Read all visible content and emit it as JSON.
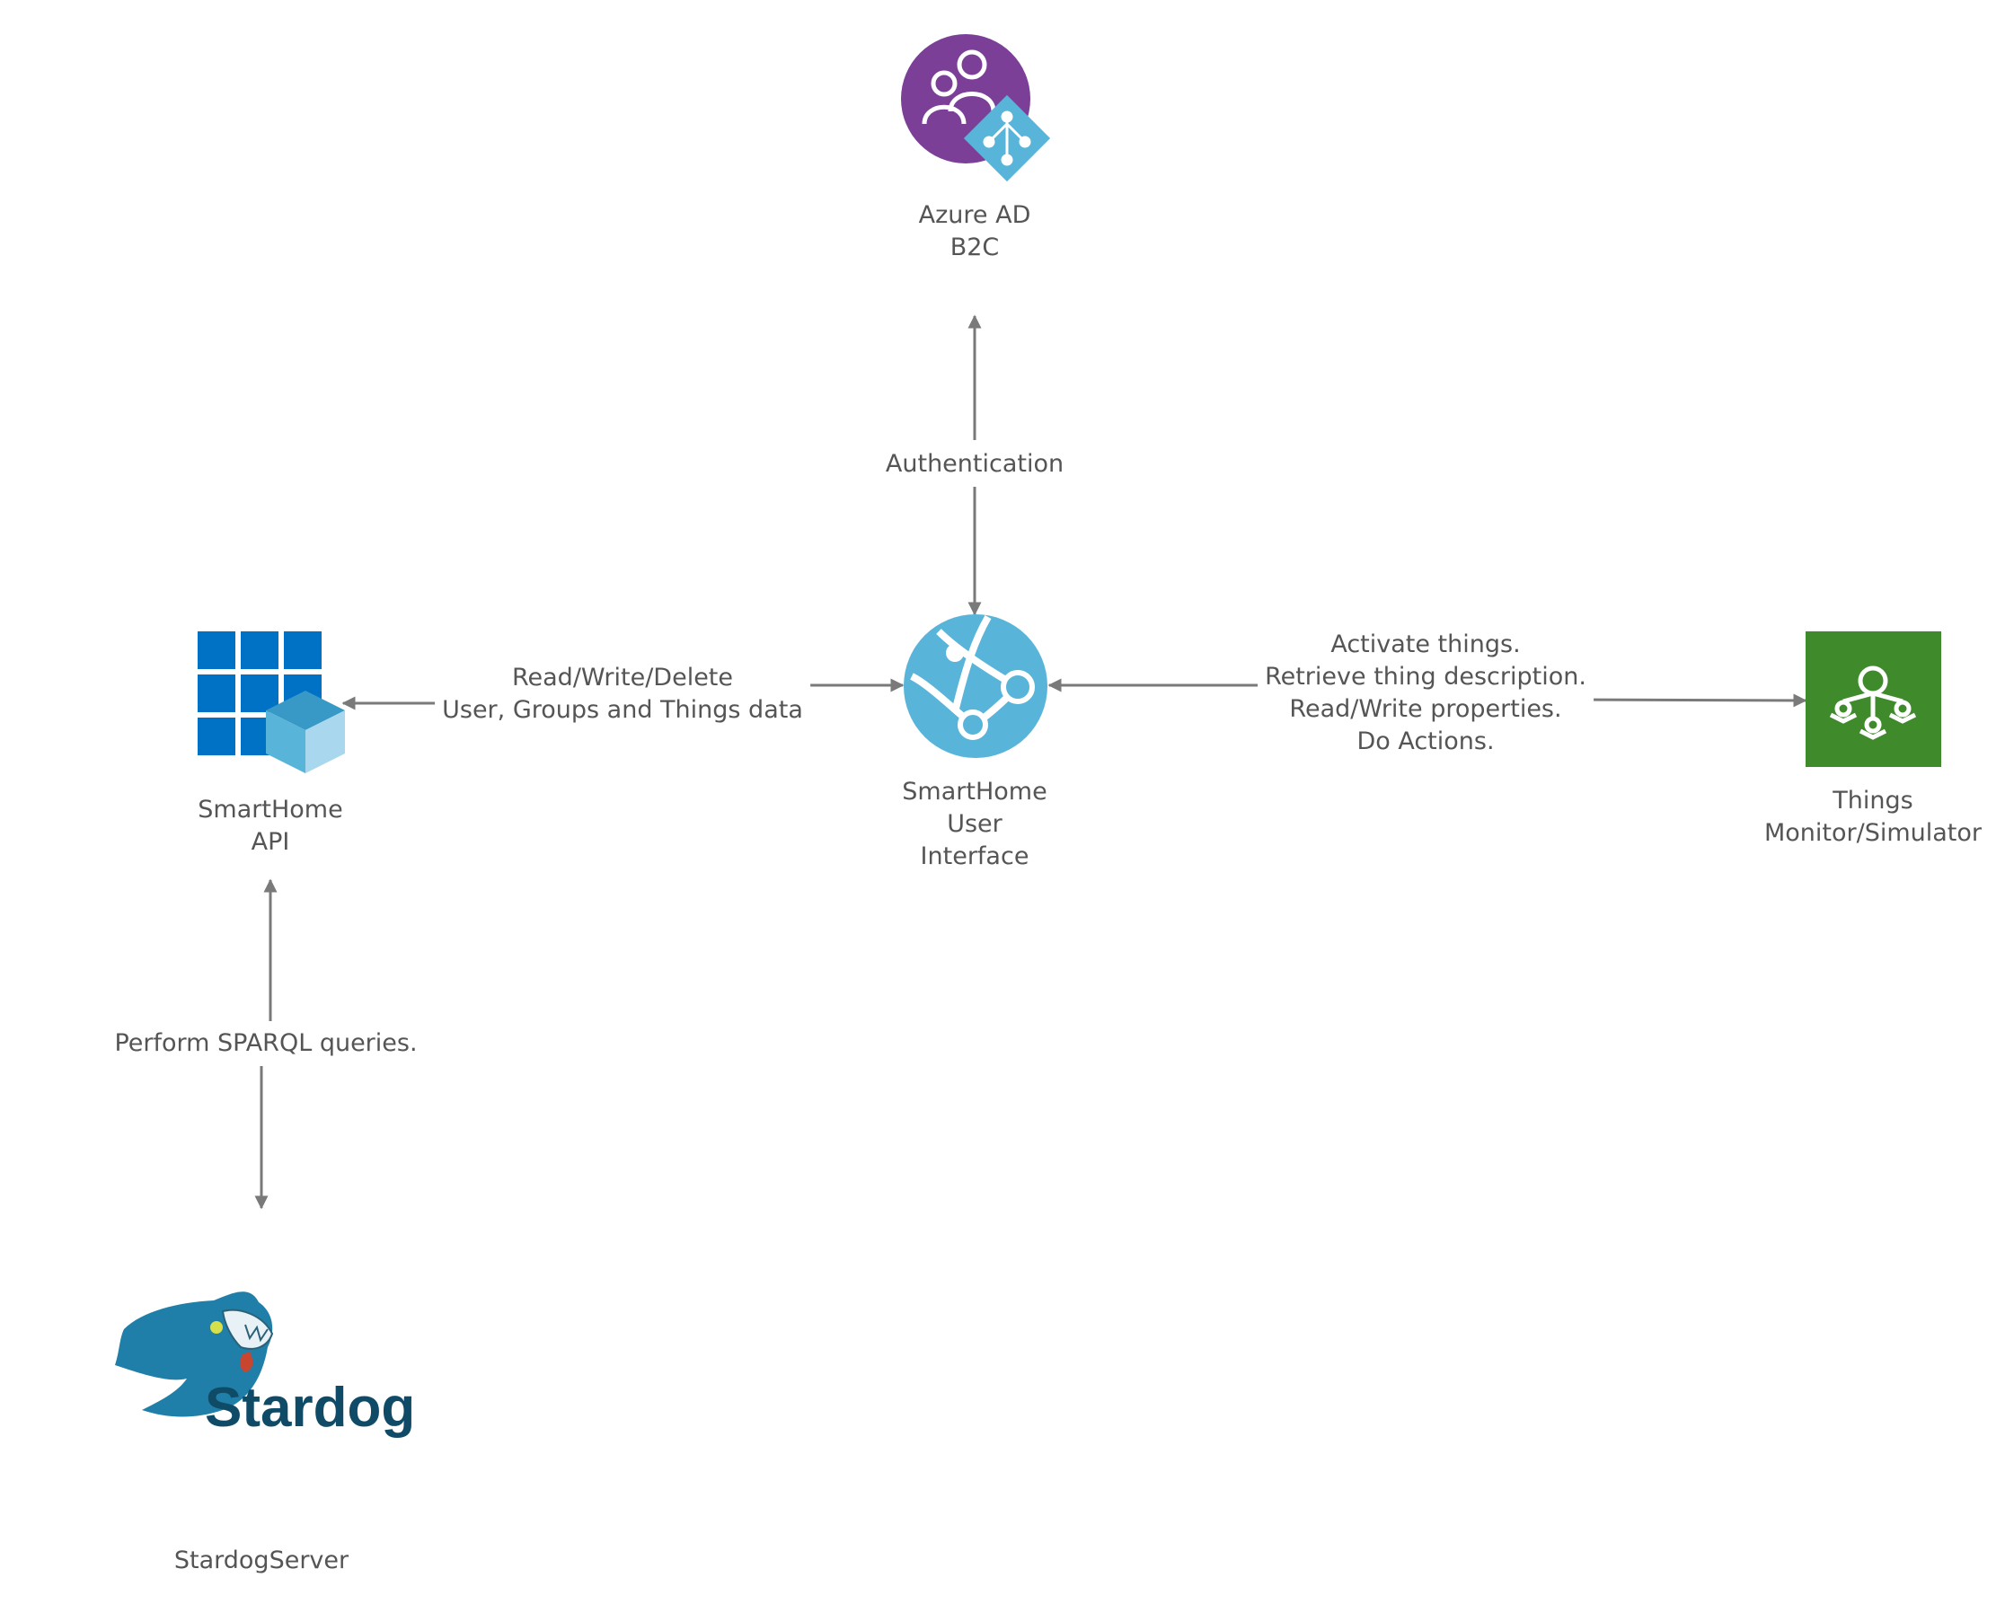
{
  "nodes": {
    "azure_ad": {
      "line1": "Azure AD",
      "line2": "B2C",
      "icon": "azure-ad-b2c-icon",
      "color": "#7b3f98",
      "accent": "#59b4d9"
    },
    "ui": {
      "line1": "SmartHome",
      "line2": "User",
      "line3": "Interface",
      "icon": "app-service-globe-icon",
      "color": "#59b4d9"
    },
    "api": {
      "line1": "SmartHome",
      "line2": "API",
      "icon": "api-grid-cube-icon",
      "color": "#0072c6"
    },
    "things": {
      "line1": "Things",
      "line2": "Monitor/Simulator",
      "icon": "iot-hierarchy-icon",
      "color": "#3f8b2b"
    },
    "stardog": {
      "label": "StardogServer",
      "logo_text": "Stardog",
      "icon": "stardog-dog-logo",
      "color": "#1f7fa8"
    }
  },
  "edges": {
    "auth": {
      "label": "Authentication"
    },
    "api_ui": {
      "line1": "Read/Write/Delete",
      "line2": "User, Groups and Things data"
    },
    "ui_things": {
      "line1": "Activate things.",
      "line2": "Retrieve thing description.",
      "line3": "Read/Write properties.",
      "line4": "Do Actions."
    },
    "sparql": {
      "label": "Perform SPARQL queries."
    }
  },
  "colors": {
    "arrow": "#7a7a7a",
    "text": "#555555"
  }
}
